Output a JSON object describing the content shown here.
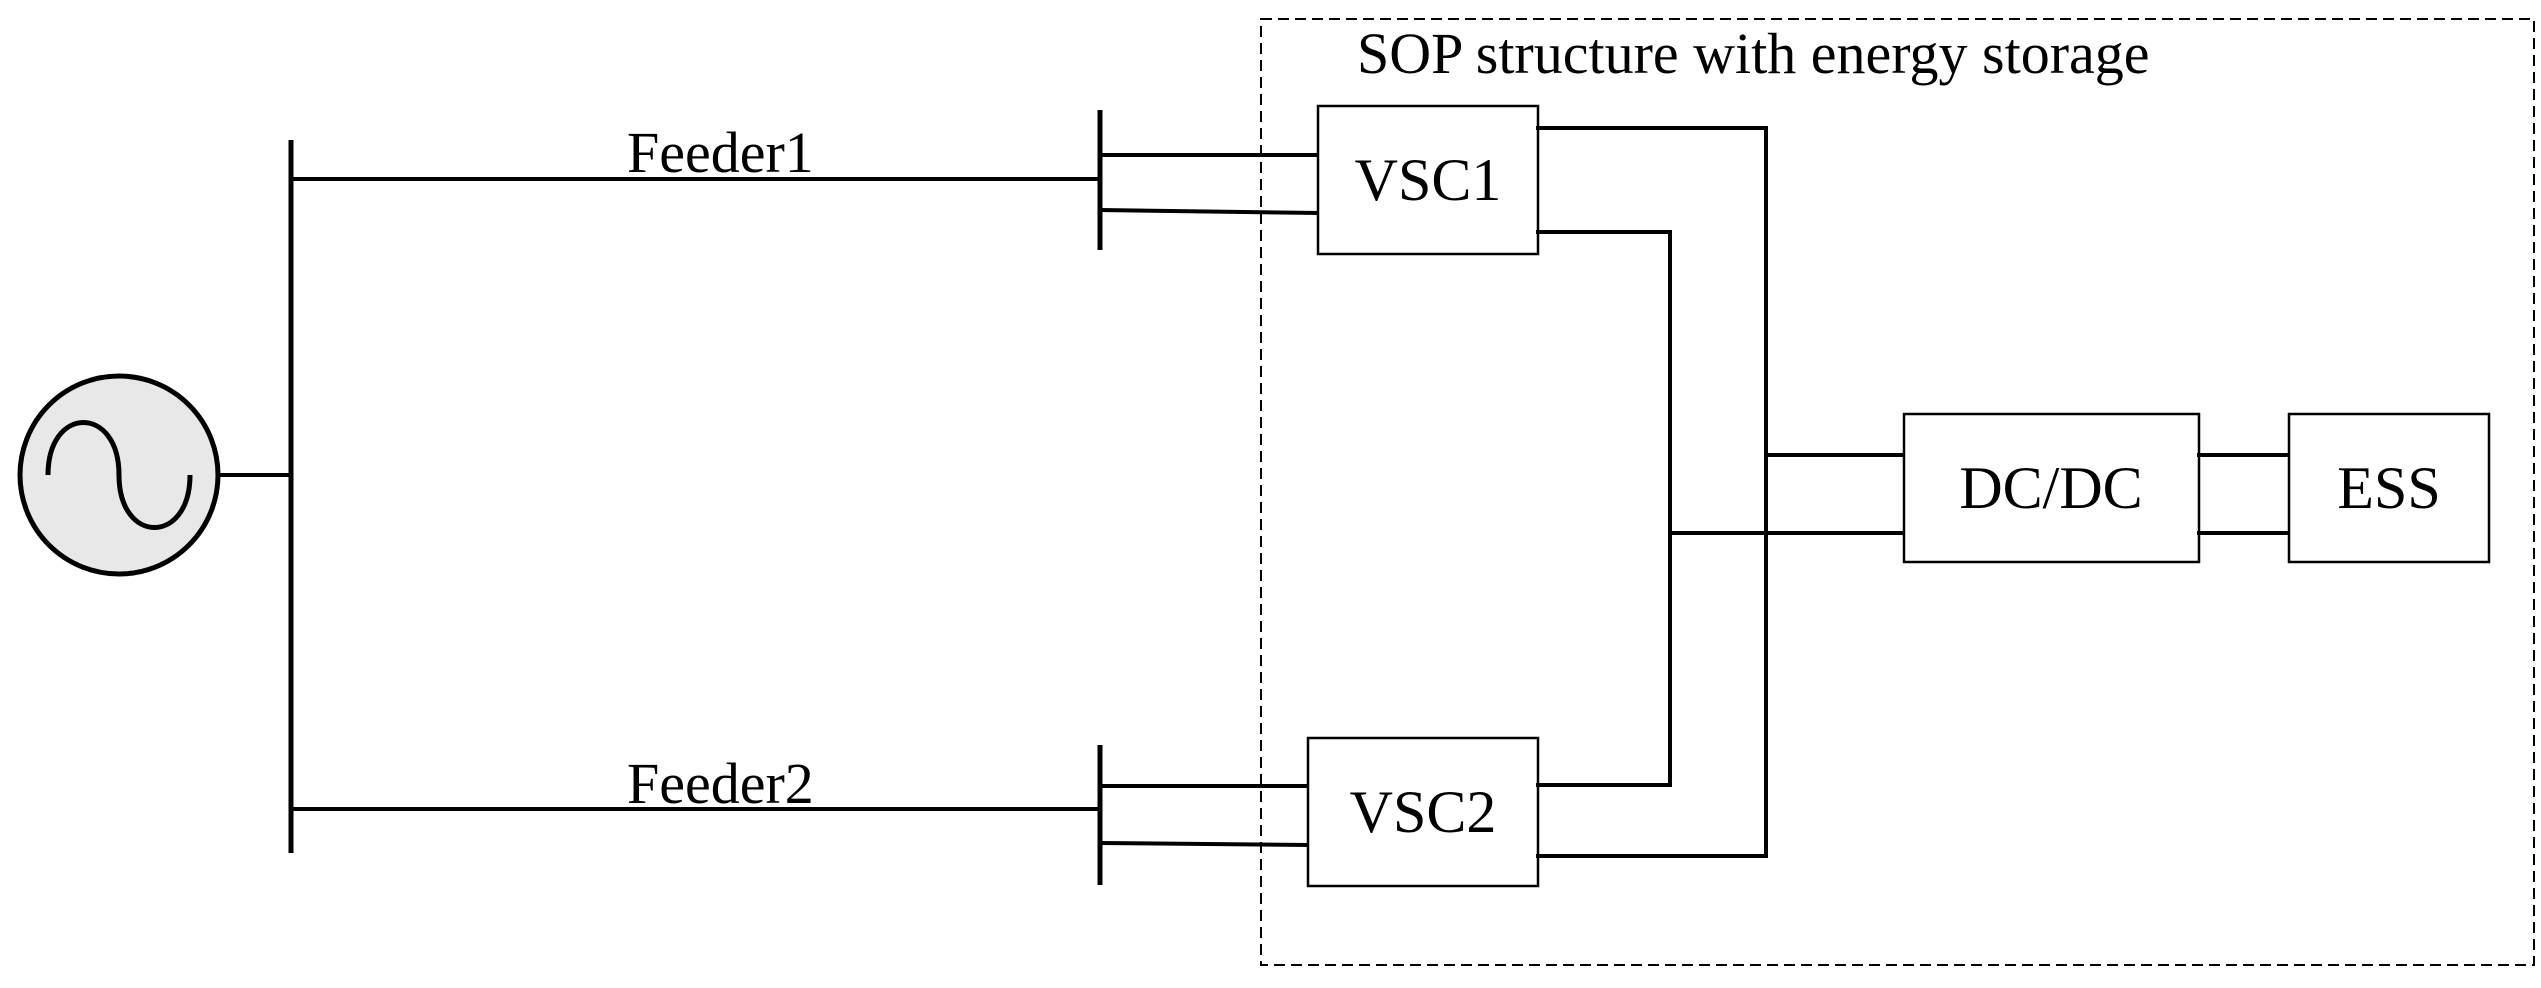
{
  "region": {
    "title": "SOP structure with energy storage"
  },
  "feeders": {
    "feeder1": "Feeder1",
    "feeder2": "Feeder2"
  },
  "blocks": {
    "vsc1": "VSC1",
    "vsc2": "VSC2",
    "dcdc": "DC/DC",
    "ess": "ESS"
  },
  "source": {
    "icon": "ac-source-icon",
    "fill_color": "#e8e8e8"
  }
}
